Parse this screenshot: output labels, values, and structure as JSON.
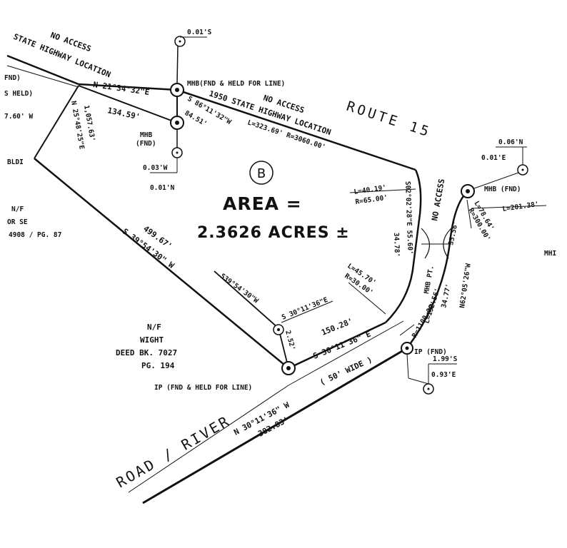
{
  "parcel": {
    "id": "B",
    "area_label": "AREA =",
    "area_value": "2.3626 ACRES ±"
  },
  "roads": {
    "route": "ROUTE    15",
    "road_river": "ROAD / RIVER",
    "no_access_nw_1": "NO ACCESS",
    "no_access_nw_2": "STATE HIGHWAY LOCATION",
    "no_access_top": "NO ACCESS",
    "location_1950": "1950 STATE HIGHWAY LOCATION",
    "no_access_right": "NO ACCESS",
    "width_note": "( 50' WIDE )"
  },
  "bearings": {
    "n21": "N 21°34'32\"E",
    "n21_dist": "134.59'",
    "s86": "S 86°11'32\"W",
    "s86_dist": "84.51'",
    "west_vert": "1,057.63'",
    "west_vert2": "N 25°48'25\"E",
    "s39_long": "— S 39°54'30\" W",
    "dist_499": "499.67'",
    "s39_short": "S39°54'30\"W",
    "s30_short": "S 30°11'36\"E",
    "small_dist": "2.52'",
    "dist_150": "150.28'",
    "s30_long": "— S 30°11'36\" E",
    "n30_road": "N 30°11'36\" W",
    "dist_382": "382.83'",
    "route_curve": "L=323.69'  R=3060.00'",
    "curve_top_l": "L=40.19'",
    "curve_top_r": "R=65.00'",
    "vert_chord": "S02°02'28\"E  55.60'",
    "vert_chord2": "34.78'",
    "curve_bot_l": "L=45.70'",
    "curve_bot_r": "R=30.00'",
    "r1100": "R=1100.00'",
    "l192": "L=192.56'",
    "dist_3438": "34.77'",
    "dist_355": "35.56'",
    "n62": "N62°05'26\"W",
    "l7864": "L=78.64'",
    "r300": "R=300.00'",
    "l20138": "L=201.38'"
  },
  "markers": {
    "mhb_held": "MHB(FND & HELD FOR LINE)",
    "mhb_fnd_left_1": "MHB",
    "mhb_fnd_left_2": "(FND)",
    "mhb_fnd_right": "MHB (FND)",
    "mhb_pt": "MHB PT.",
    "ip_fnd": "IP (FND)",
    "ip_held": "IP (FND & HELD FOR LINE)",
    "off_001s": "0.01'S",
    "off_003w": "0.03'W",
    "off_001n": "0.01'N",
    "off_006n": "0.06'N",
    "off_001e": "0.01'E",
    "off_199s": "1.99'S",
    "off_093e": "0.93'E"
  },
  "neighbors": {
    "nf": "N/F",
    "owner": "WIGHT",
    "deed": "DEED BK. 7027",
    "page": "PG. 194",
    "left_nf": "N/F",
    "left_name": "OR SE",
    "left_deed": "4908 / PG. 87",
    "left_fnd": "FND)",
    "left_held": "S HELD)",
    "left_bearing": "7.60' W",
    "left_bldi": "BLDI",
    "right_mhb": "MHI"
  }
}
